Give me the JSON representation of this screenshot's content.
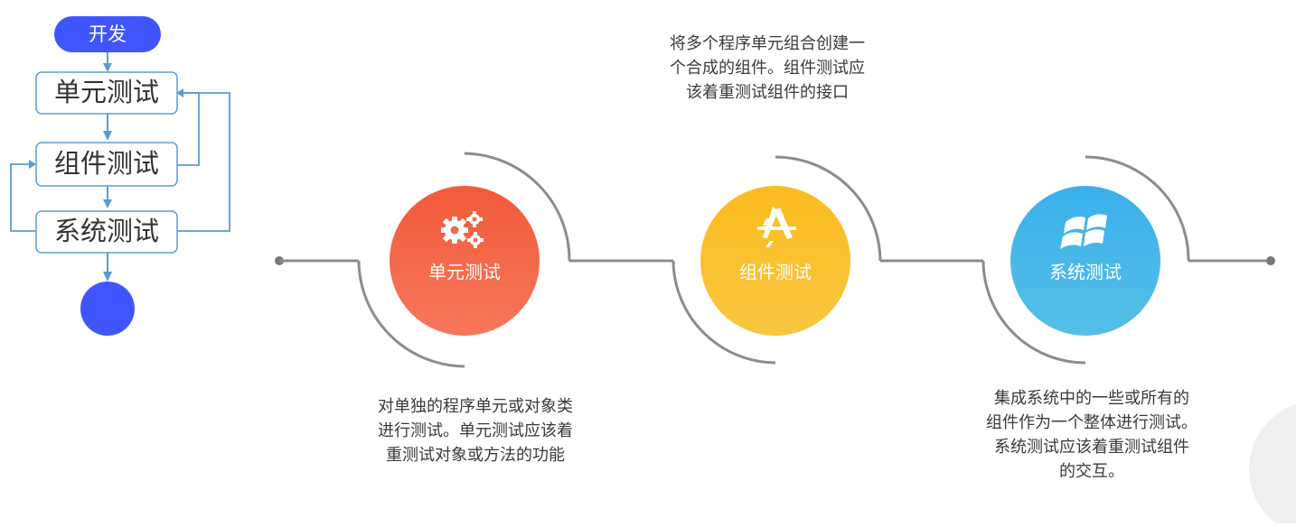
{
  "flowchart": {
    "start_label": "开发",
    "steps": [
      "单元测试",
      "组件测试",
      "系统测试"
    ],
    "colors": {
      "start_fill": "#3f56ff",
      "end_fill": "#3f56ff",
      "box_stroke": "#5b9bd5",
      "arrow": "#5b9bd5",
      "box_text": "#333333"
    }
  },
  "timeline": {
    "stages": [
      {
        "label": "单元测试",
        "icon": "gears-icon",
        "color_top": "#f15a3a",
        "color_bottom": "#f7775a",
        "description": [
          "对单独的程序单元或对象类",
          "进行测试。单元测试应该着",
          "重测试对象或方法的功能"
        ]
      },
      {
        "label": "组件测试",
        "icon": "app-store-icon",
        "color_top": "#fbbc1f",
        "color_bottom": "#f8c640",
        "description": [
          "将多个程序单元组合创建一",
          "个合成的组件。组件测试应",
          "该着重测试组件的接口"
        ]
      },
      {
        "label": "系统测试",
        "icon": "windows-icon",
        "color_top": "#3ab0ea",
        "color_bottom": "#56bfe8",
        "description": [
          "集成系统中的一些或所有的",
          "组件作为一个整体进行测试。",
          "系统测试应该着重测试组件",
          "的交互。"
        ]
      }
    ],
    "colors": {
      "line": "#8c8c8c",
      "arc": "#8c8c8c",
      "node_fill": "#777777",
      "corner_fill": "#efefef"
    }
  }
}
